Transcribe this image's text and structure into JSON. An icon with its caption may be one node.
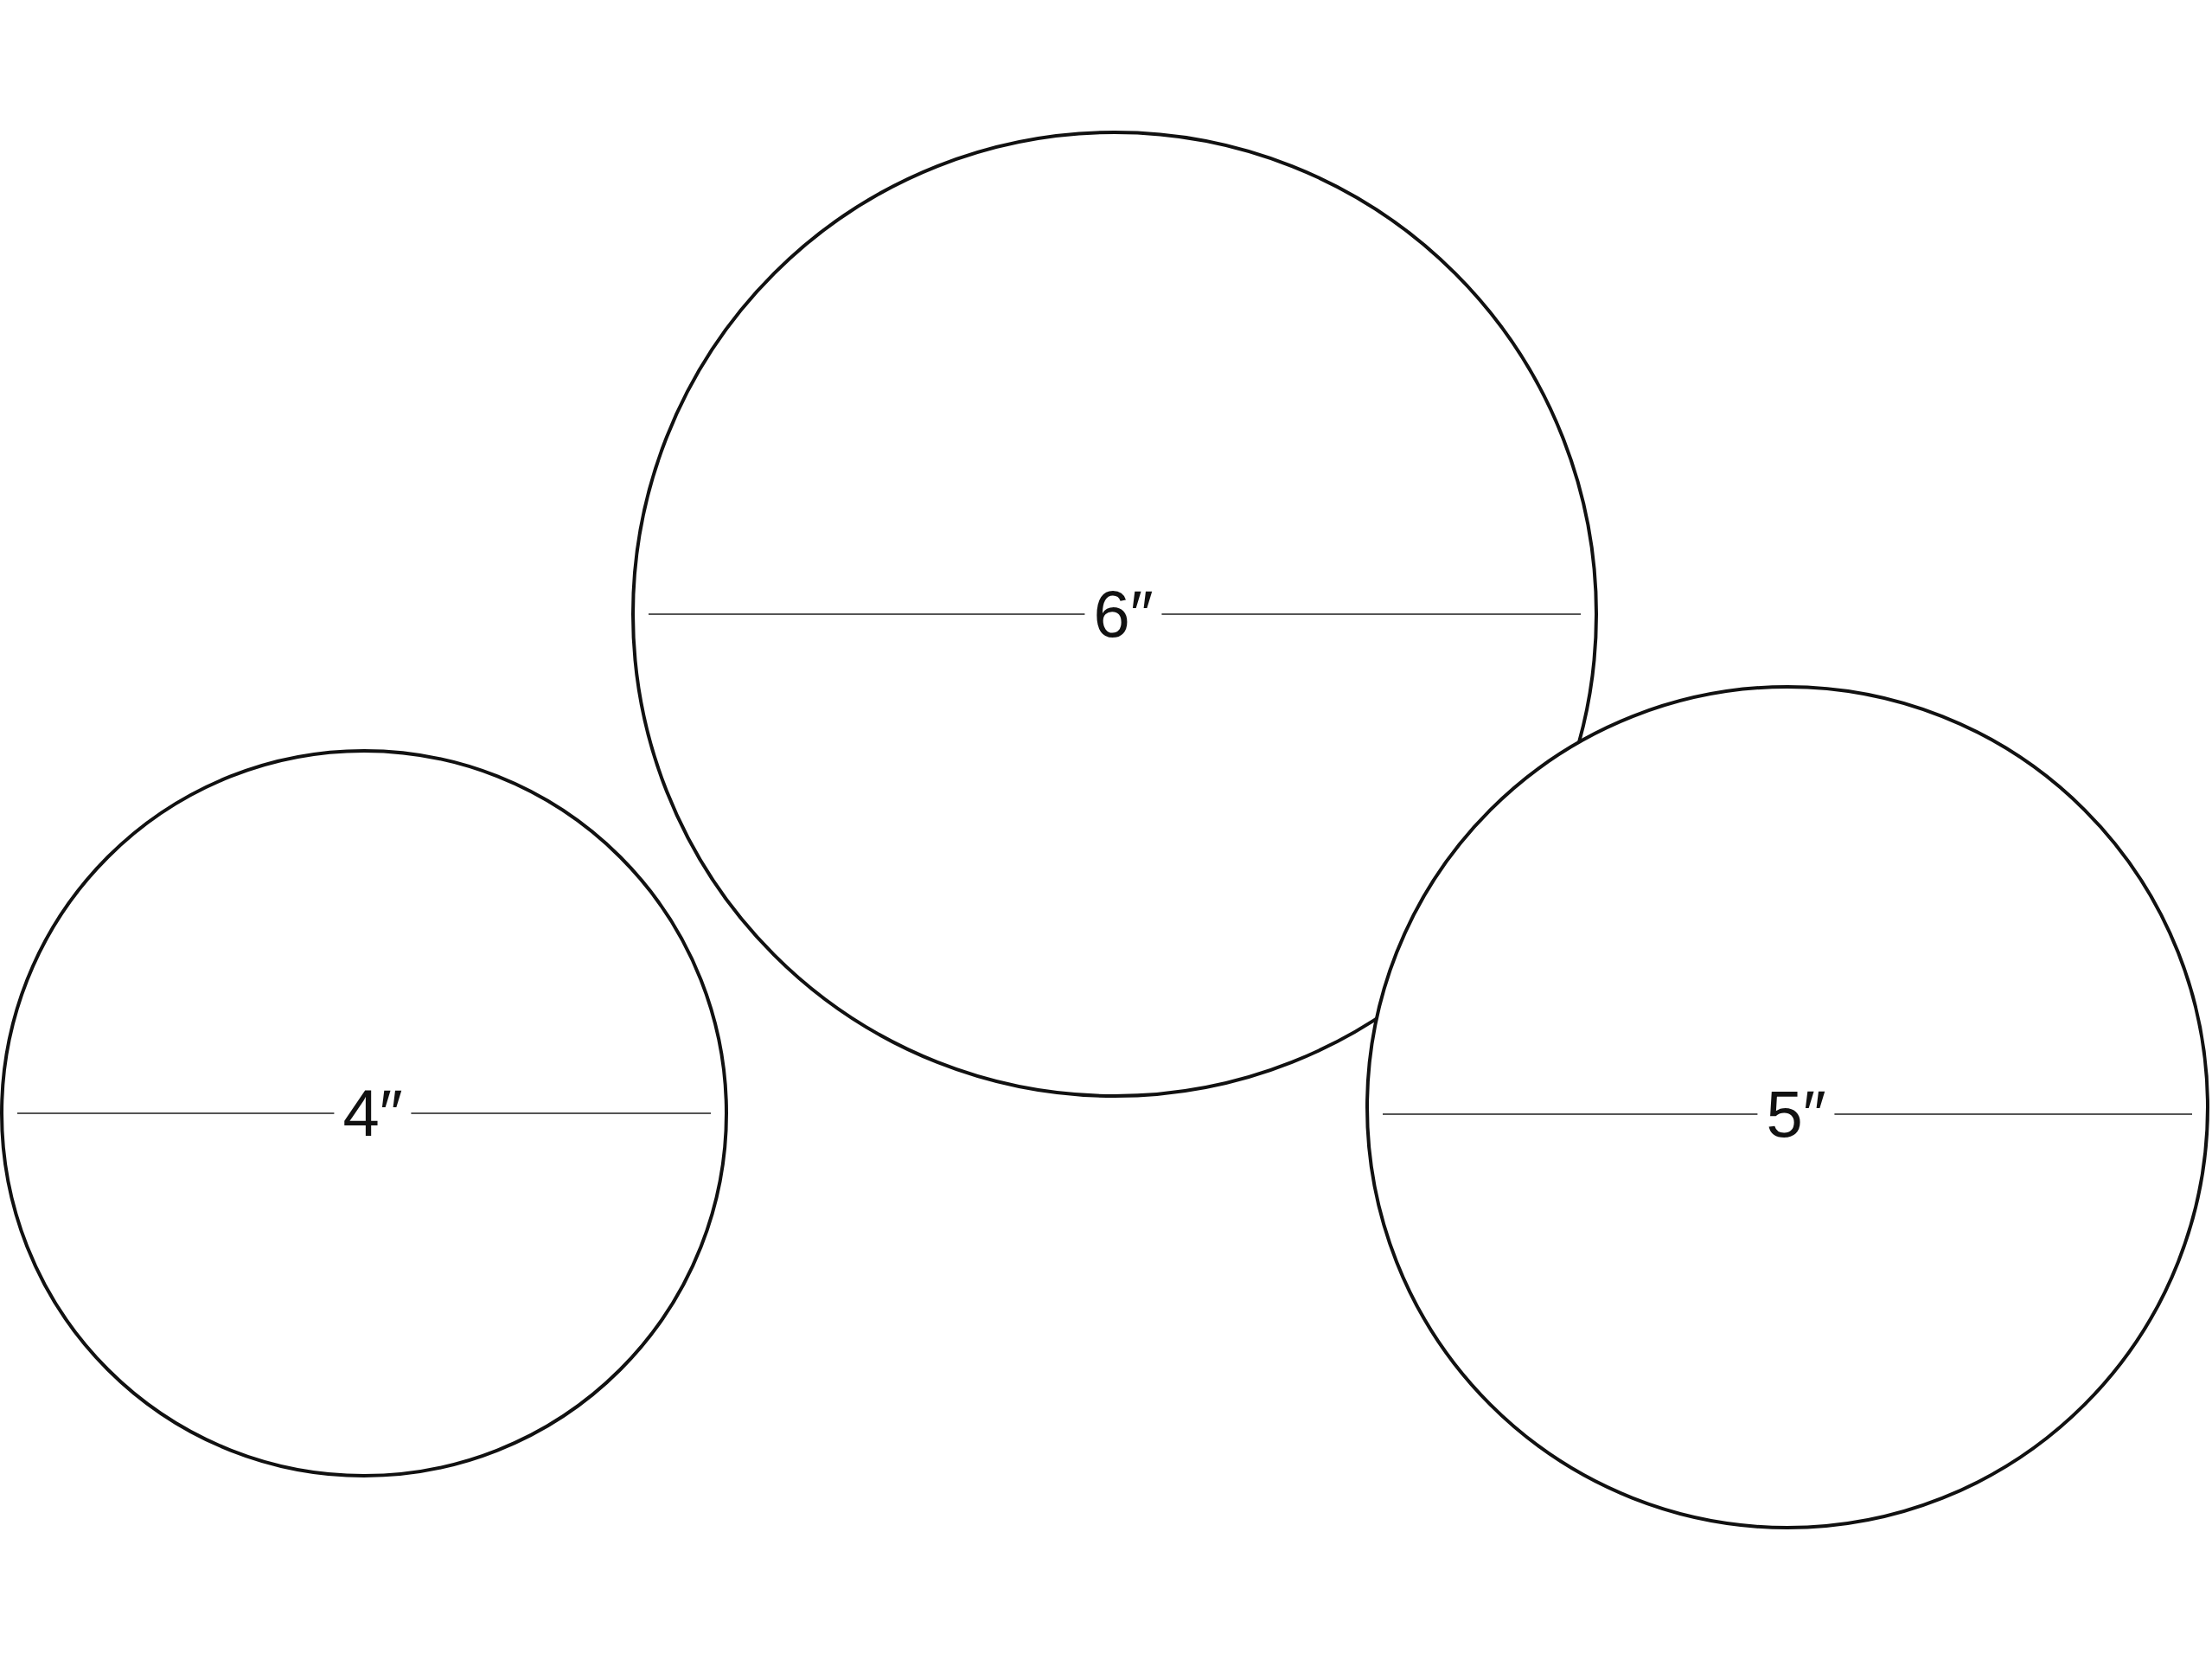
{
  "diagram": {
    "nodes": [
      {
        "text": [
          "6″"
        ]
      },
      {
        "text": [
          "4″"
        ]
      },
      {
        "text": [
          "5″"
        ]
      }
    ],
    "edges": []
  }
}
